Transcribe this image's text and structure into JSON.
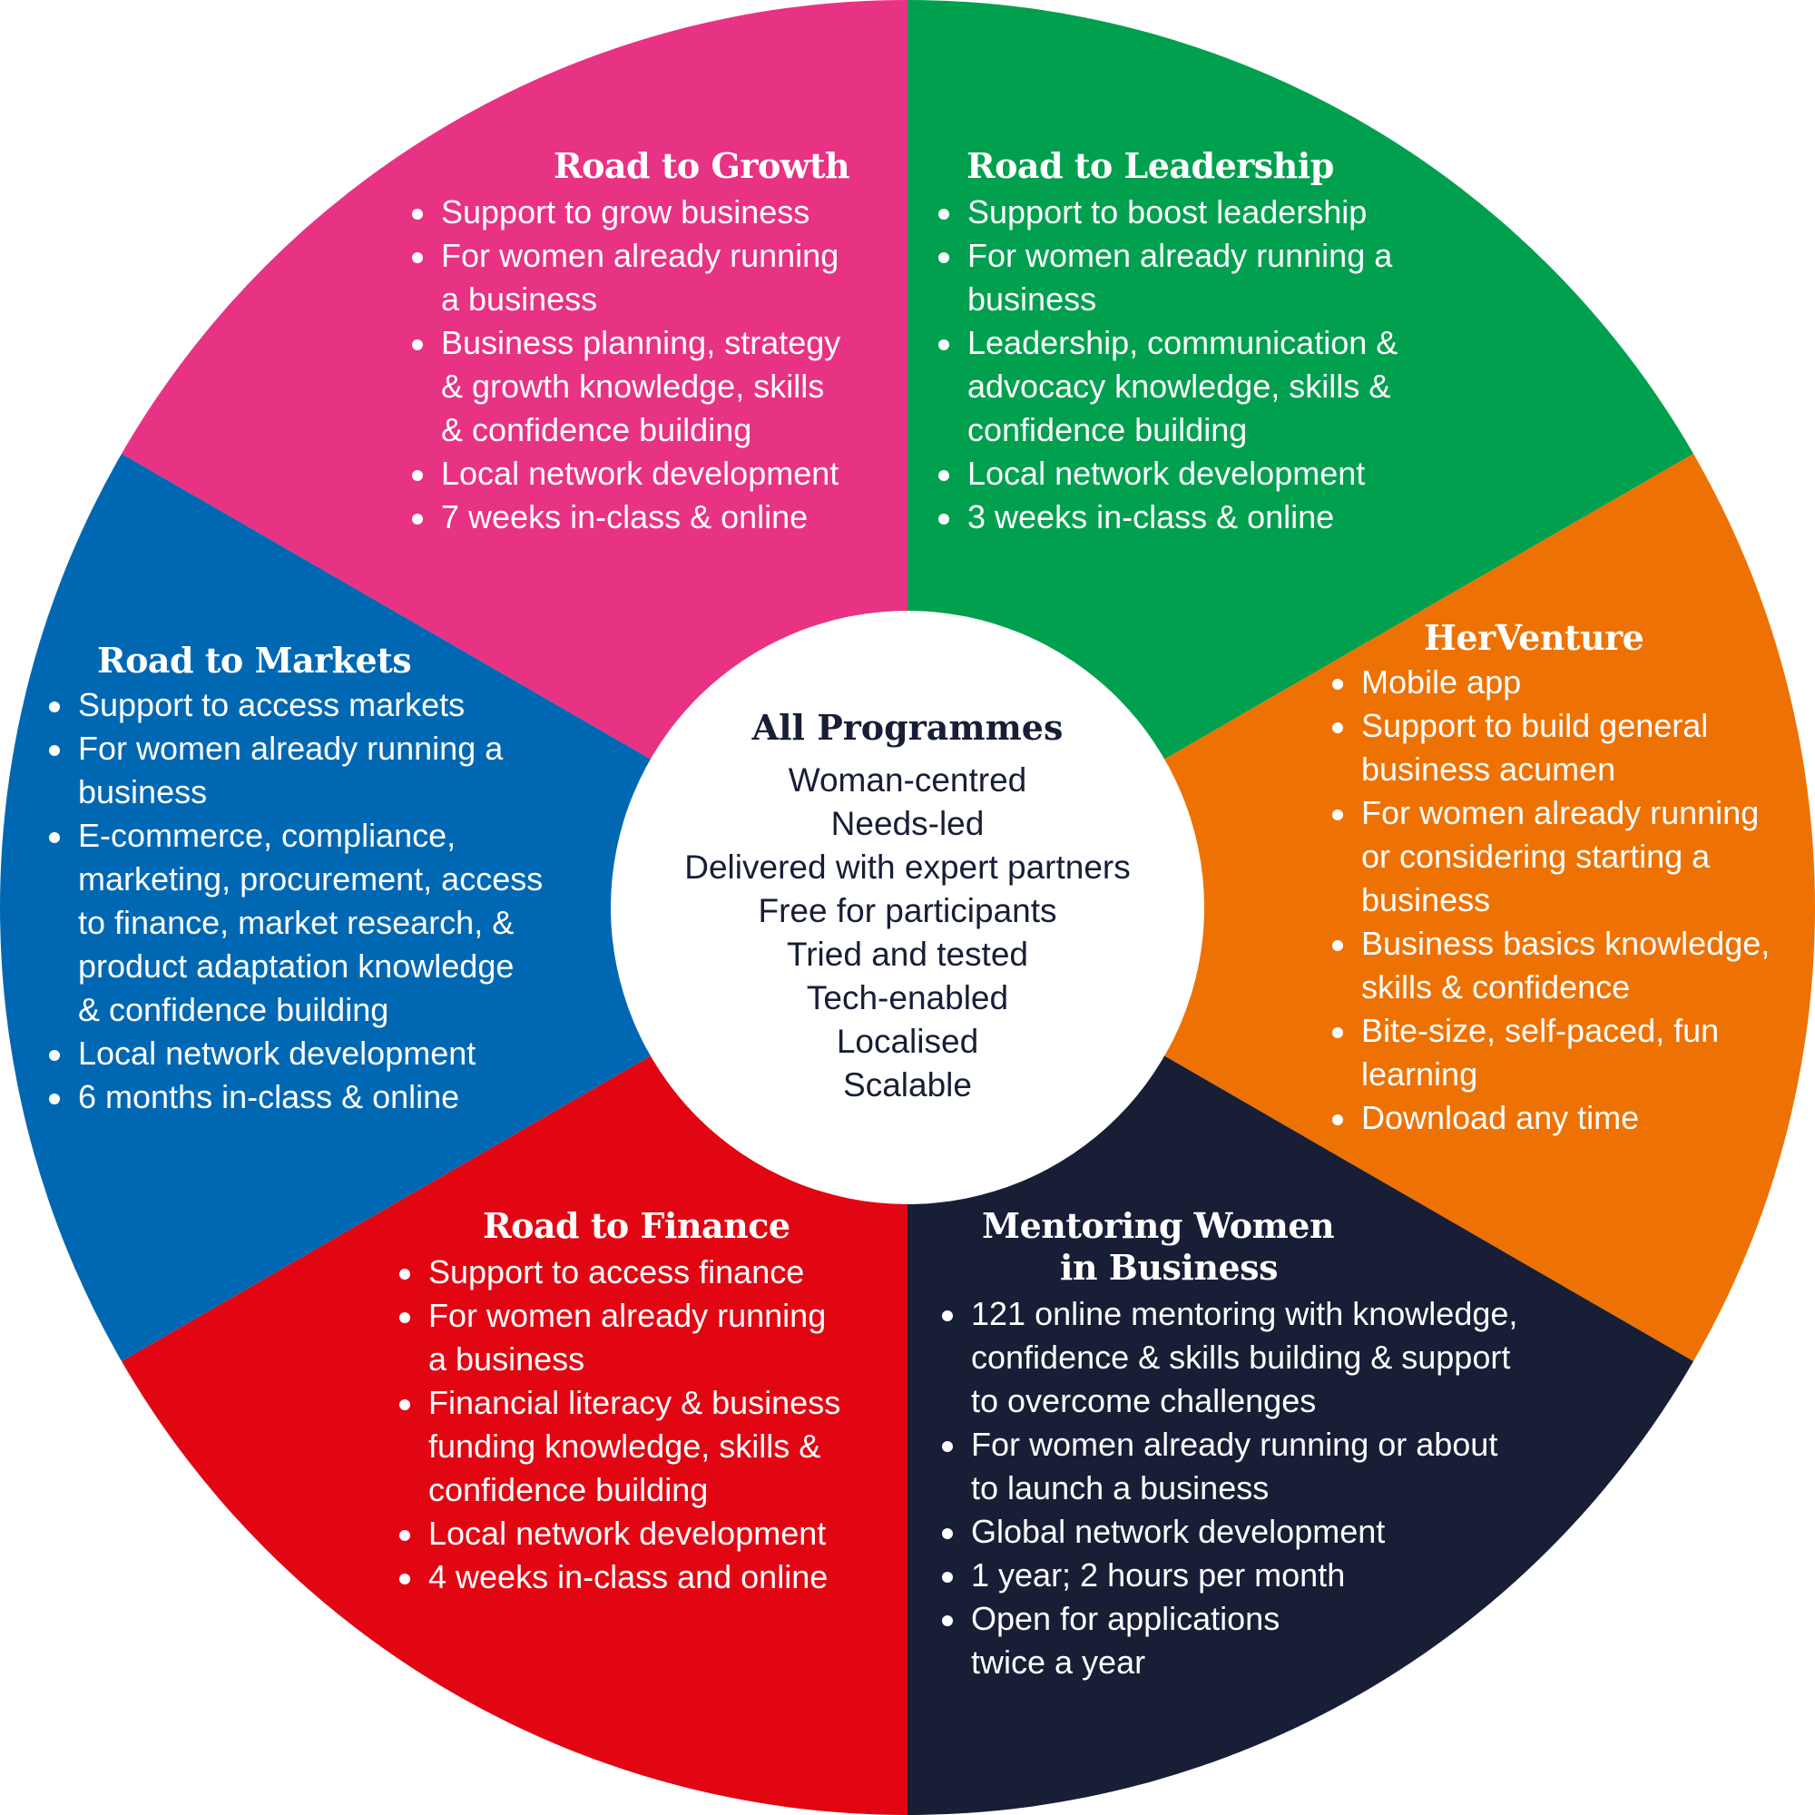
{
  "colors": {
    "growth": "#E83283",
    "leadership": "#00A04F",
    "herventure": "#EE7203",
    "mentoring": "#171E36",
    "finance": "#E20613",
    "markets": "#0068B3",
    "center": "#FFFFFF",
    "center_text": "#171E36"
  },
  "center": {
    "title": "All Programmes",
    "items": [
      "Woman-centred",
      "Needs-led",
      "Delivered with expert partners",
      "Free for participants",
      "Tried and tested",
      "Tech-enabled",
      "Localised",
      "Scalable"
    ]
  },
  "programmes": {
    "growth": {
      "title": "Road to Growth",
      "bullets": [
        "Support to grow business",
        "For women already running\na business",
        "Business planning, strategy\n& growth knowledge, skills\n& confidence building",
        "Local network development",
        "7 weeks in-class & online"
      ]
    },
    "leadership": {
      "title": "Road to Leadership",
      "bullets": [
        "Support to boost leadership",
        "For women already running a\nbusiness",
        "Leadership, communication &\nadvocacy knowledge, skills &\nconfidence building",
        "Local network development",
        "3 weeks in-class & online"
      ]
    },
    "herventure": {
      "title": "HerVenture",
      "bullets": [
        "Mobile app",
        "Support to build general\nbusiness acumen",
        "For women already running\nor considering starting a\nbusiness",
        "Business basics knowledge,\nskills & confidence",
        "Bite-size, self-paced, fun\nlearning",
        "Download any time"
      ]
    },
    "mentoring": {
      "title_line1": "Mentoring Women",
      "title_line2": "in Business",
      "bullets": [
        "121 online mentoring with knowledge,\nconfidence & skills building & support\nto overcome challenges",
        "For women already running or about\nto launch a business",
        "Global network development",
        "1 year; 2 hours per month",
        "Open for applications\n twice a year"
      ]
    },
    "finance": {
      "title": "Road to Finance",
      "bullets": [
        "Support to access finance",
        "For women already running\na business",
        "Financial literacy & business\nfunding knowledge, skills &\nconfidence building",
        "Local network development",
        "4 weeks in-class and online"
      ]
    },
    "markets": {
      "title": "Road to Markets",
      "bullets": [
        "Support to access markets",
        "For women already running a\nbusiness",
        "E-commerce, compliance,\nmarketing, procurement, access\nto finance, market research, &\nproduct adaptation knowledge\n& confidence building",
        "Local network development",
        "6 months in-class & online"
      ]
    }
  }
}
